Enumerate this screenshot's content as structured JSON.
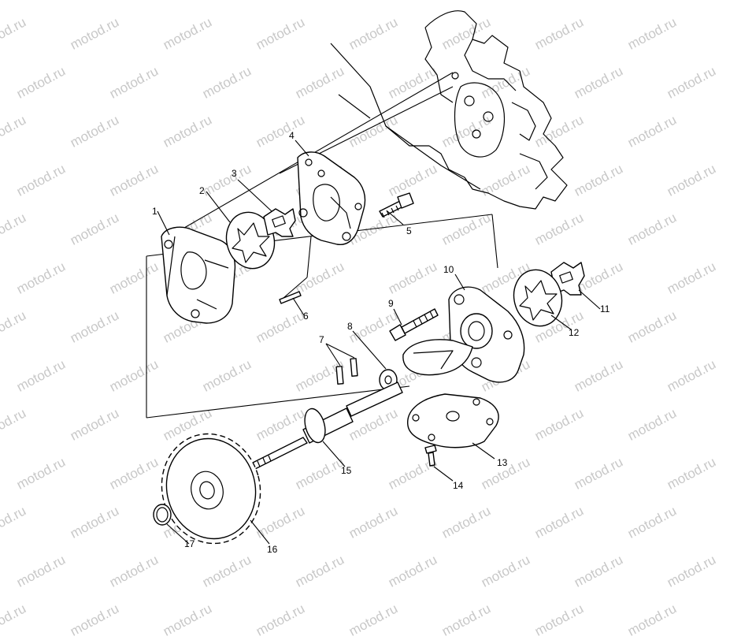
{
  "watermark": "motod.ru",
  "callouts": {
    "c1": "1",
    "c2": "2",
    "c3": "3",
    "c4": "4",
    "c5": "5",
    "c6": "6",
    "c7": "7",
    "c8": "8",
    "c9": "9",
    "c10": "10",
    "c11": "11",
    "c12": "12",
    "c13": "13",
    "c14": "14",
    "c15": "15",
    "c16": "16",
    "c17": "17"
  }
}
